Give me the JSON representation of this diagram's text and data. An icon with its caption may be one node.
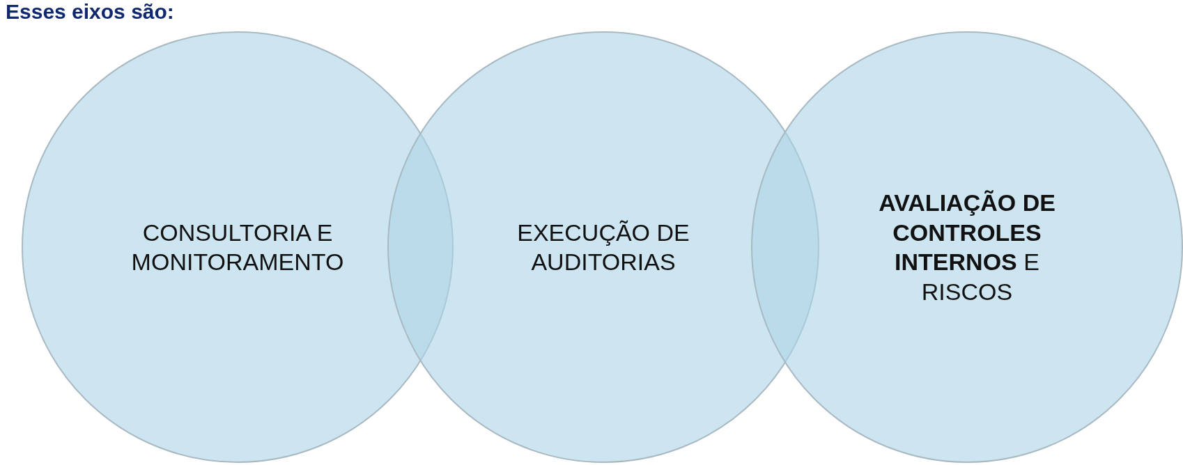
{
  "diagram": {
    "title": "Esses eixos são:",
    "nodes": [
      {
        "text": [
          "CONSULTORIA E MONITORAMENTO"
        ]
      },
      {
        "text": [
          "EXECUÇÃO DE AUDITORIAS"
        ]
      },
      {
        "text": [
          "**AVALIAÇÃO DE CONTROLES INTERNOS** E RISCOS"
        ]
      }
    ]
  }
}
